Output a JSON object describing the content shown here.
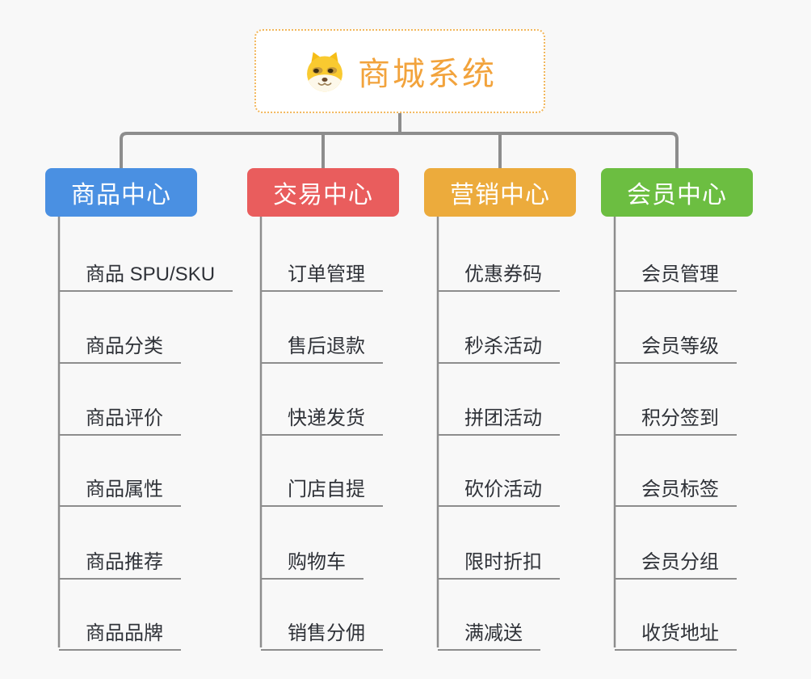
{
  "canvas": {
    "background": "#f8f8f8",
    "connector_color": "#8d8d8d"
  },
  "root": {
    "title": "商城系统",
    "icon": "dog-face-icon",
    "text_color": "#f2a33c",
    "border_color": "#f2b75c"
  },
  "branches": [
    {
      "id": "product-center",
      "label": "商品中心",
      "color": "#4a90e2",
      "children": [
        "商品 SPU/SKU",
        "商品分类",
        "商品评价",
        "商品属性",
        "商品推荐",
        "商品品牌"
      ]
    },
    {
      "id": "trade-center",
      "label": "交易中心",
      "color": "#e95d5d",
      "children": [
        "订单管理",
        "售后退款",
        "快递发货",
        "门店自提",
        "购物车",
        "销售分佣"
      ]
    },
    {
      "id": "marketing-center",
      "label": "营销中心",
      "color": "#ecab3c",
      "children": [
        "优惠券码",
        "秒杀活动",
        "拼团活动",
        "砍价活动",
        "限时折扣",
        "满减送"
      ]
    },
    {
      "id": "member-center",
      "label": "会员中心",
      "color": "#6cbe41",
      "children": [
        "会员管理",
        "会员等级",
        "积分签到",
        "会员标签",
        "会员分组",
        "收货地址"
      ]
    }
  ]
}
